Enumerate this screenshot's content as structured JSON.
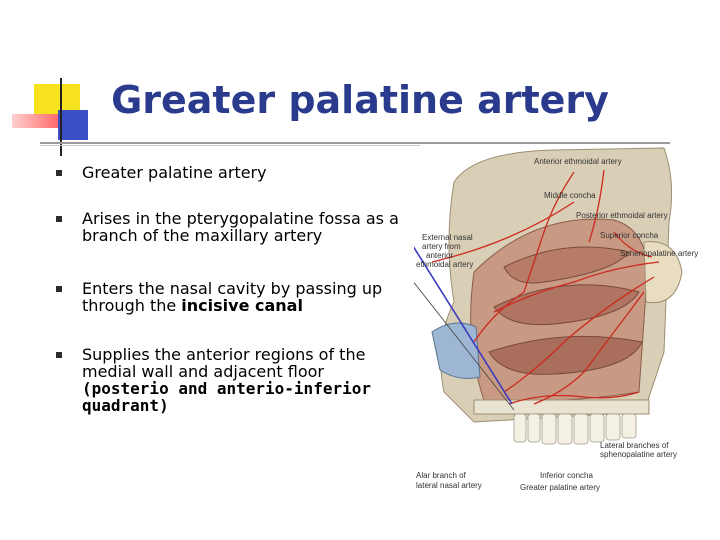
{
  "slide": {
    "title": "Greater palatine artery",
    "bullets": [
      {
        "text": "Greater palatine artery"
      },
      {
        "text": "Arises in the pterygopalatine fossa as a branch of the maxillary artery"
      },
      {
        "pre": "Enters the nasal cavity by passing up through the ",
        "bold": "incisive canal"
      },
      {
        "pre": "Supplies the anterior regions of the medial wall and adjacent floor ",
        "bold": "(posterio and anterio-inferior quadrant)"
      }
    ]
  },
  "figure": {
    "labels": {
      "anterior_ethmoidal": "Anterior ethmoidal artery",
      "middle_concha": "Middle concha",
      "posterior_ethmoidal": "Posterior ethmoidal artery",
      "superior_concha": "Superior concha",
      "sphenopalatine": "Sphenopalatine artery",
      "external_nasal_1": "External nasal",
      "external_nasal_2": "artery from",
      "external_nasal_3": "anterior",
      "external_nasal_4": "ethmoidal artery",
      "lateral_branches_1": "Lateral branches of",
      "lateral_branches_2": "sphenopalatine artery",
      "alar_1": "Alar branch of",
      "alar_2": "lateral nasal artery",
      "inferior_concha": "Inferior concha",
      "greater_palatine": "Greater palatine artery"
    }
  }
}
